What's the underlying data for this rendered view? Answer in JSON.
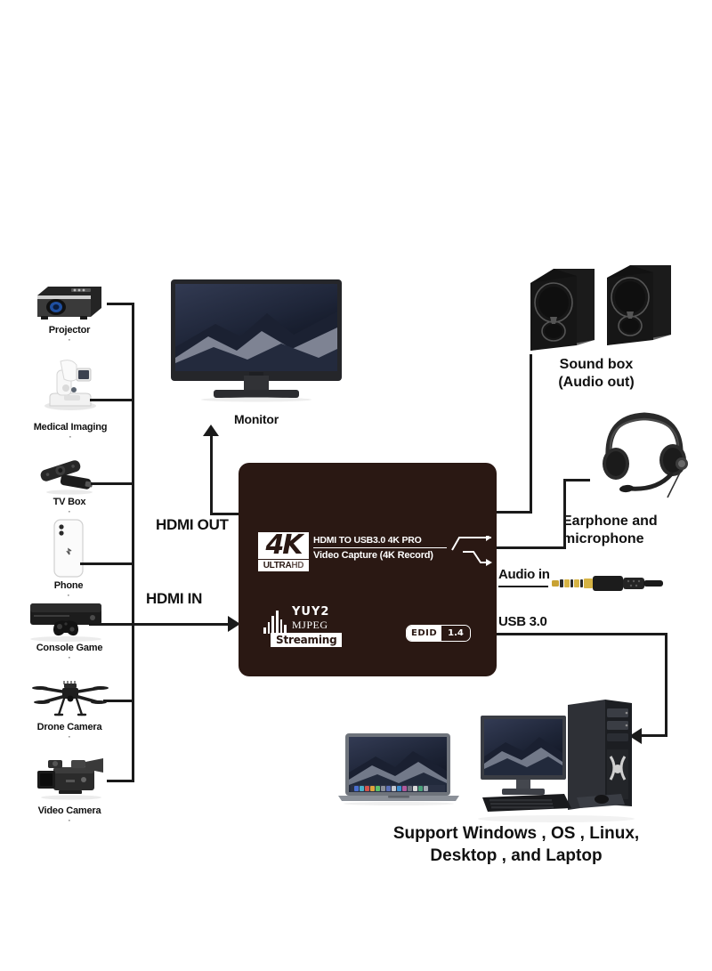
{
  "diagram": {
    "title": "HDMI to USB 3.0 4K Video Capture Connection Diagram",
    "accent_color": "#2a1813",
    "line_color": "#1a1a1a"
  },
  "device": {
    "logo_4k": "4K",
    "logo_ultra": "ULTRA",
    "logo_hd": "HD",
    "title_line1": "HDMI TO USB3.0 4K PRO",
    "title_line2": "Video Capture (4K Record)",
    "format_1": "YUY2",
    "format_2": "MJPEG",
    "streaming": "Streaming",
    "edid_label": "EDID",
    "edid_value": "1.4"
  },
  "ports": {
    "hdmi_out": "HDMI OUT",
    "hdmi_in": "HDMI IN",
    "audio_in": "Audio in",
    "usb": "USB 3.0"
  },
  "sources": [
    {
      "label": "Projector",
      "icon": "projector-icon"
    },
    {
      "label": "Medical Imaging",
      "icon": "medical-imaging-icon"
    },
    {
      "label": "TV Box",
      "icon": "tv-box-icon"
    },
    {
      "label": "Phone",
      "icon": "phone-icon"
    },
    {
      "label": "Console Game",
      "icon": "console-game-icon"
    },
    {
      "label": "Drone Camera",
      "icon": "drone-camera-icon"
    },
    {
      "label": "Video Camera",
      "icon": "video-camera-icon"
    }
  ],
  "outputs": {
    "monitor": "Monitor",
    "sound_box_line1": "Sound box",
    "sound_box_line2": "(Audio out)",
    "headset_line1": "Earphone and",
    "headset_line2": "microphone"
  },
  "support": {
    "line1": "Support Windows , OS , Linux,",
    "line2": "Desktop ,   and Laptop"
  }
}
